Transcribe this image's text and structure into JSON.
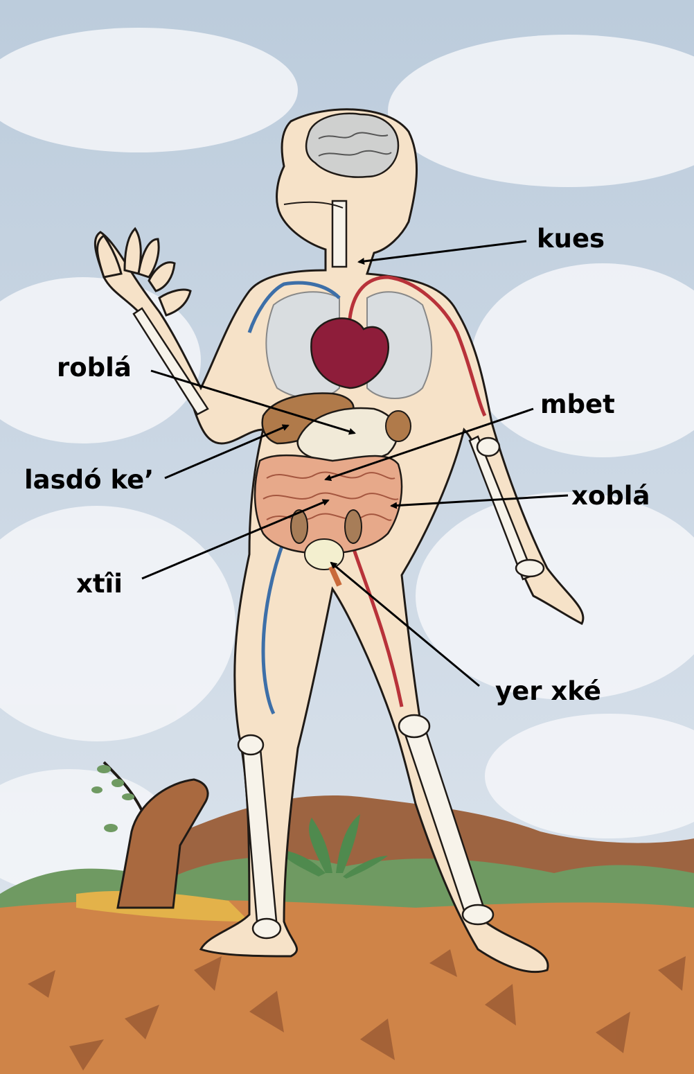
{
  "labels": {
    "kues": "kues",
    "robla": "roblá",
    "mbet": "mbet",
    "lasdo_ke": "lasdó ke’",
    "xobla": "xoblá",
    "xtii": "xtîi",
    "yer_xke": "yer xké"
  },
  "colors": {
    "sky": "#c9d6e3",
    "cloud": "#f3f5f7",
    "skin": "#f6e2c8",
    "skin_shade": "#efc9a0",
    "outline": "#1f1a16",
    "bone": "#f7f3ea",
    "vein": "#3d6fa8",
    "artery": "#b8323a",
    "heart": "#8e1d3a",
    "lungs": "#dcdcdc",
    "liver": "#b07a4a",
    "stomach": "#f1ead8",
    "intestine": "#e7a98a",
    "bladder": "#f3efcf",
    "ground": "#cf8448",
    "hill": "#9a5f3b",
    "grass": "#6f9a62"
  }
}
